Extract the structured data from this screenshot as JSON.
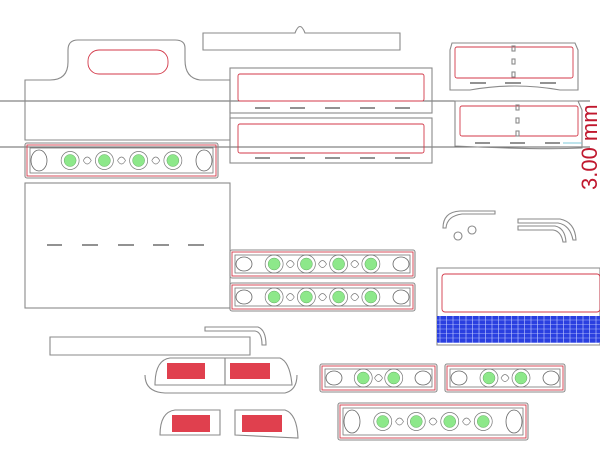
{
  "dimension": {
    "label": "3.00 mm"
  },
  "colors": {
    "cut": "#8a8a8a",
    "engrave": "#d33a4a",
    "ornament_fill": "#8de88a",
    "raster_blue": "#2a3fe0",
    "raster_red": "#e0404e",
    "dimension_text": "#c0182e"
  },
  "ornament_panels": [
    {
      "name": "ornament-band-top-left",
      "medallions": 4
    },
    {
      "name": "ornament-panel-middle-1",
      "medallions": 4
    },
    {
      "name": "ornament-panel-middle-2",
      "medallions": 4
    },
    {
      "name": "ornament-panel-bottom-1",
      "medallions": 2
    },
    {
      "name": "ornament-panel-bottom-2",
      "medallions": 2
    },
    {
      "name": "ornament-panel-bottom-3",
      "medallions": 4
    }
  ]
}
